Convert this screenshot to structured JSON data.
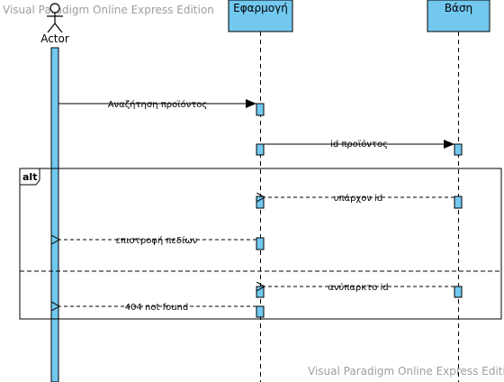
{
  "watermark": {
    "top": "Visual Paradigm Online Express Edition",
    "bottom": "Visual Paradigm Online Express Edition"
  },
  "colors": {
    "activation_fill": "#72c8ef",
    "lifeline_box_fill": "#72c8ef",
    "line": "#000000",
    "watermark": "#9e9e9e"
  },
  "participants": {
    "actor": "Actor",
    "app": "Εφαρμογή",
    "db": "Βάση"
  },
  "fragment": {
    "operator": "alt"
  },
  "messages": {
    "search": "Αναζήτηση προϊόντος",
    "product_id": "id προϊόντος",
    "existing_id": "υπάρχον id",
    "return_fields": "επιστροφή πεδίων",
    "nonexistent_id": "ανύπαρκτο id",
    "not_found": "404 not found"
  }
}
